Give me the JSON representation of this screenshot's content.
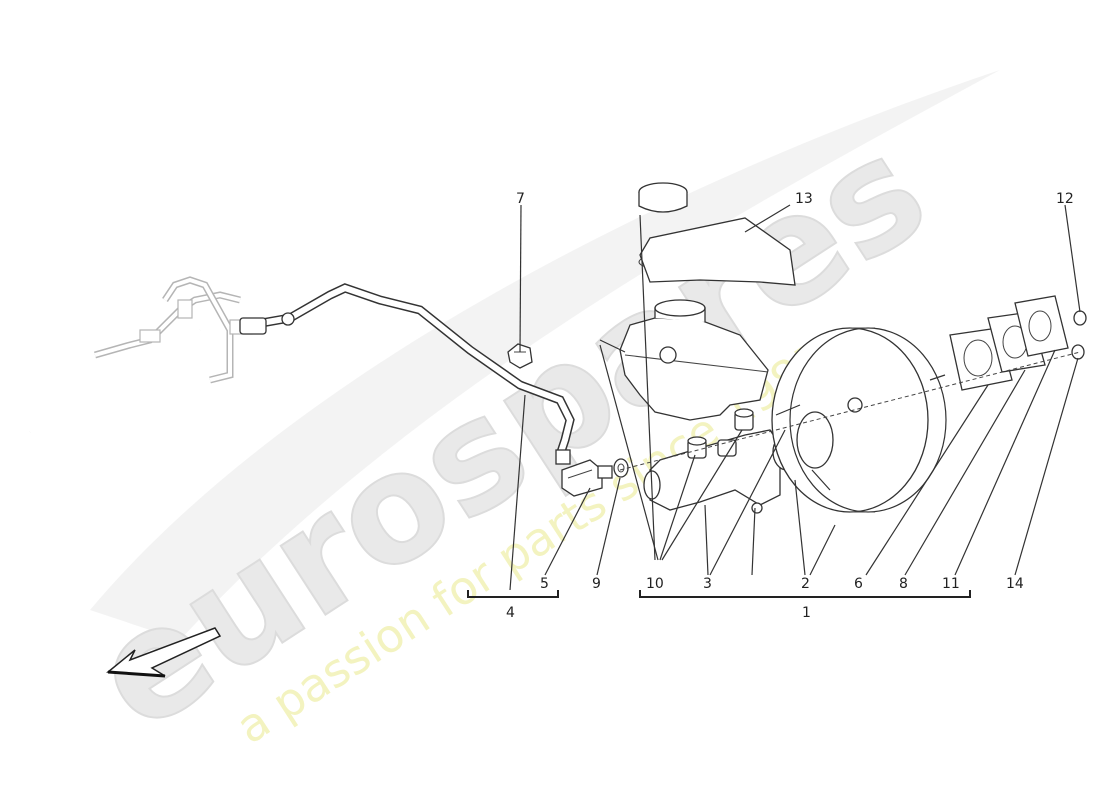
{
  "watermark": {
    "brand": "eurospares",
    "tagline": "a passion for parts since 1985"
  },
  "callouts": {
    "c1": "1",
    "c2": "2",
    "c3": "3",
    "c4": "4",
    "c5": "5",
    "c6": "6",
    "c7": "7",
    "c8": "8",
    "c9": "9",
    "c10": "10",
    "c11": "11",
    "c12": "12",
    "c13": "13",
    "c14": "14"
  },
  "colors": {
    "line": "#333333",
    "watermark_gray": "#e9e9e9",
    "watermark_yellow": "#f3f3c0",
    "ghost_parts": "#b5b5b5"
  }
}
